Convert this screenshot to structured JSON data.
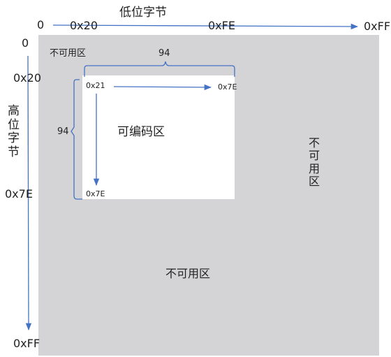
{
  "colors": {
    "region_fill": "#d4d3d6",
    "editable_fill": "#ffffff",
    "arrow": "#4472c4",
    "text": "#222222"
  },
  "header": {
    "low_byte_title": "低位字节"
  },
  "low_axis": {
    "zero": "0",
    "x20": "0x20",
    "xFE": "0xFE",
    "xFF": "0xFF"
  },
  "high_axis": {
    "title_chars": [
      "高",
      "位",
      "字",
      "节"
    ],
    "zero": "0",
    "x20": "0x20",
    "x7E": "0x7E",
    "xFF": "0xFF"
  },
  "regions": {
    "unusable": "不可用区",
    "right_chars": [
      "不",
      "可",
      "用",
      "区"
    ],
    "editable": "可编码区"
  },
  "editable_region": {
    "width_label": "94",
    "height_label": "94",
    "start": "0x21",
    "end_right": "0x7E",
    "end_bottom": "0x7E"
  }
}
